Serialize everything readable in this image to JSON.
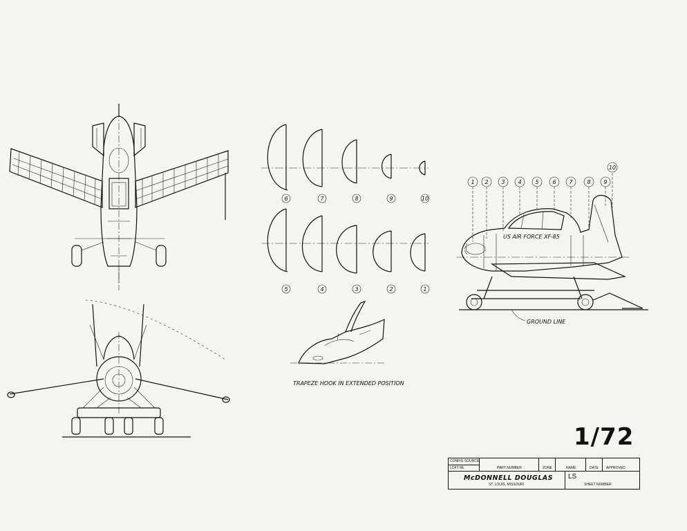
{
  "drawing": {
    "station_numbers_side": [
      "1",
      "2",
      "3",
      "4",
      "5",
      "6",
      "7",
      "8",
      "9",
      "10"
    ],
    "sections_top_row": [
      "6",
      "7",
      "8",
      "9",
      "10"
    ],
    "sections_bottom_row": [
      "5",
      "4",
      "3",
      "2",
      "1"
    ],
    "side_view_labels": {
      "fuselage_marking": "US AIR FORCE XF-85",
      "ground_line": "GROUND LINE"
    },
    "hook_caption": "TRAPEZE HOOK IN EXTENDED POSITION",
    "scale": "1/72"
  },
  "title_block": {
    "config_source": "CONFIG SOURCE",
    "loft_ml": "LOFT ML",
    "part_number": "PART NUMBER",
    "zone": "ZONE",
    "name": "NAME",
    "date": "DATE",
    "approved": "APPROVED",
    "company": "McDONNELL DOUGLAS",
    "city": "ST. LOUIS, MISSOURI",
    "ls": "LS",
    "sheet_number": "SHEET NUMBER"
  }
}
